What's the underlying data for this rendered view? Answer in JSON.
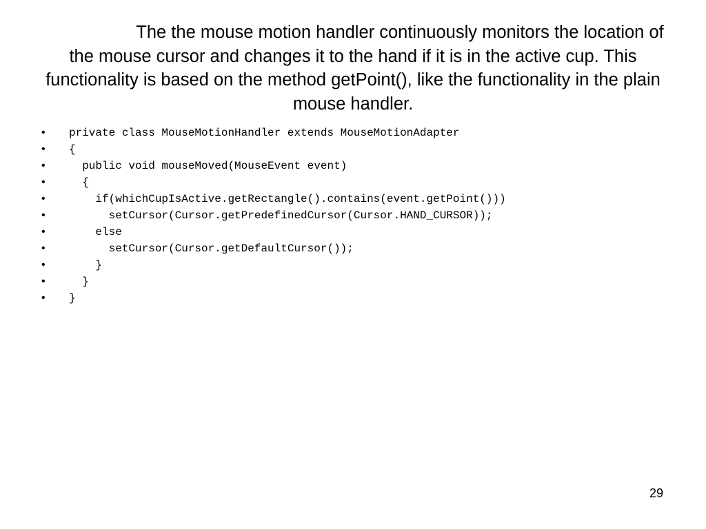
{
  "slide": {
    "title": "The the mouse motion handler continuously monitors the location of the mouse cursor and changes it to the hand if it is in the active cup.  This functionality is based on the method getPoint(), like the functionality in the plain mouse handler.",
    "bullet_glyph": "•",
    "code_lines": [
      "private class MouseMotionHandler extends MouseMotionAdapter",
      "{",
      "  public void mouseMoved(MouseEvent event)",
      "  {",
      "    if(whichCupIsActive.getRectangle().contains(event.getPoint()))",
      "      setCursor(Cursor.getPredefinedCursor(Cursor.HAND_CURSOR));",
      "    else",
      "      setCursor(Cursor.getDefaultCursor());",
      "    }",
      "  }",
      "}"
    ],
    "page_number": "29"
  }
}
